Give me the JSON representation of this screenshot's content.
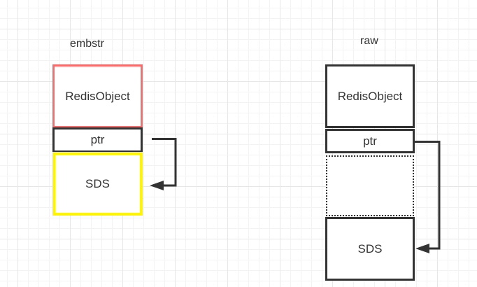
{
  "diagram": {
    "title_semantic": "Redis string encoding memory layout",
    "stroke_color": "#333333",
    "text_color": "#333333",
    "grid": {
      "minor_color": "#f3f3f3",
      "major_color": "#e7e7e7"
    },
    "embstr": {
      "label": "embstr",
      "boxes": [
        {
          "id": "redisobject",
          "label": "RedisObject",
          "border_color": "#fa6b6b",
          "border_style": "solid"
        },
        {
          "id": "ptr",
          "label": "ptr",
          "border_color": "#333333",
          "border_style": "solid"
        },
        {
          "id": "sds",
          "label": "SDS",
          "border_color": "#fff500",
          "border_style": "solid"
        }
      ]
    },
    "raw": {
      "label": "raw",
      "boxes": [
        {
          "id": "redisobject",
          "label": "RedisObject",
          "border_color": "#333333",
          "border_style": "solid"
        },
        {
          "id": "ptr",
          "label": "ptr",
          "border_color": "#333333",
          "border_style": "solid"
        },
        {
          "id": "gap",
          "label": "",
          "border_color": "#333333",
          "border_style": "dotted"
        },
        {
          "id": "sds",
          "label": "SDS",
          "border_color": "#333333",
          "border_style": "solid"
        }
      ]
    },
    "connections": [
      {
        "from": "embstr ptr",
        "to": "embstr SDS"
      },
      {
        "from": "raw ptr",
        "to": "raw SDS"
      }
    ]
  }
}
